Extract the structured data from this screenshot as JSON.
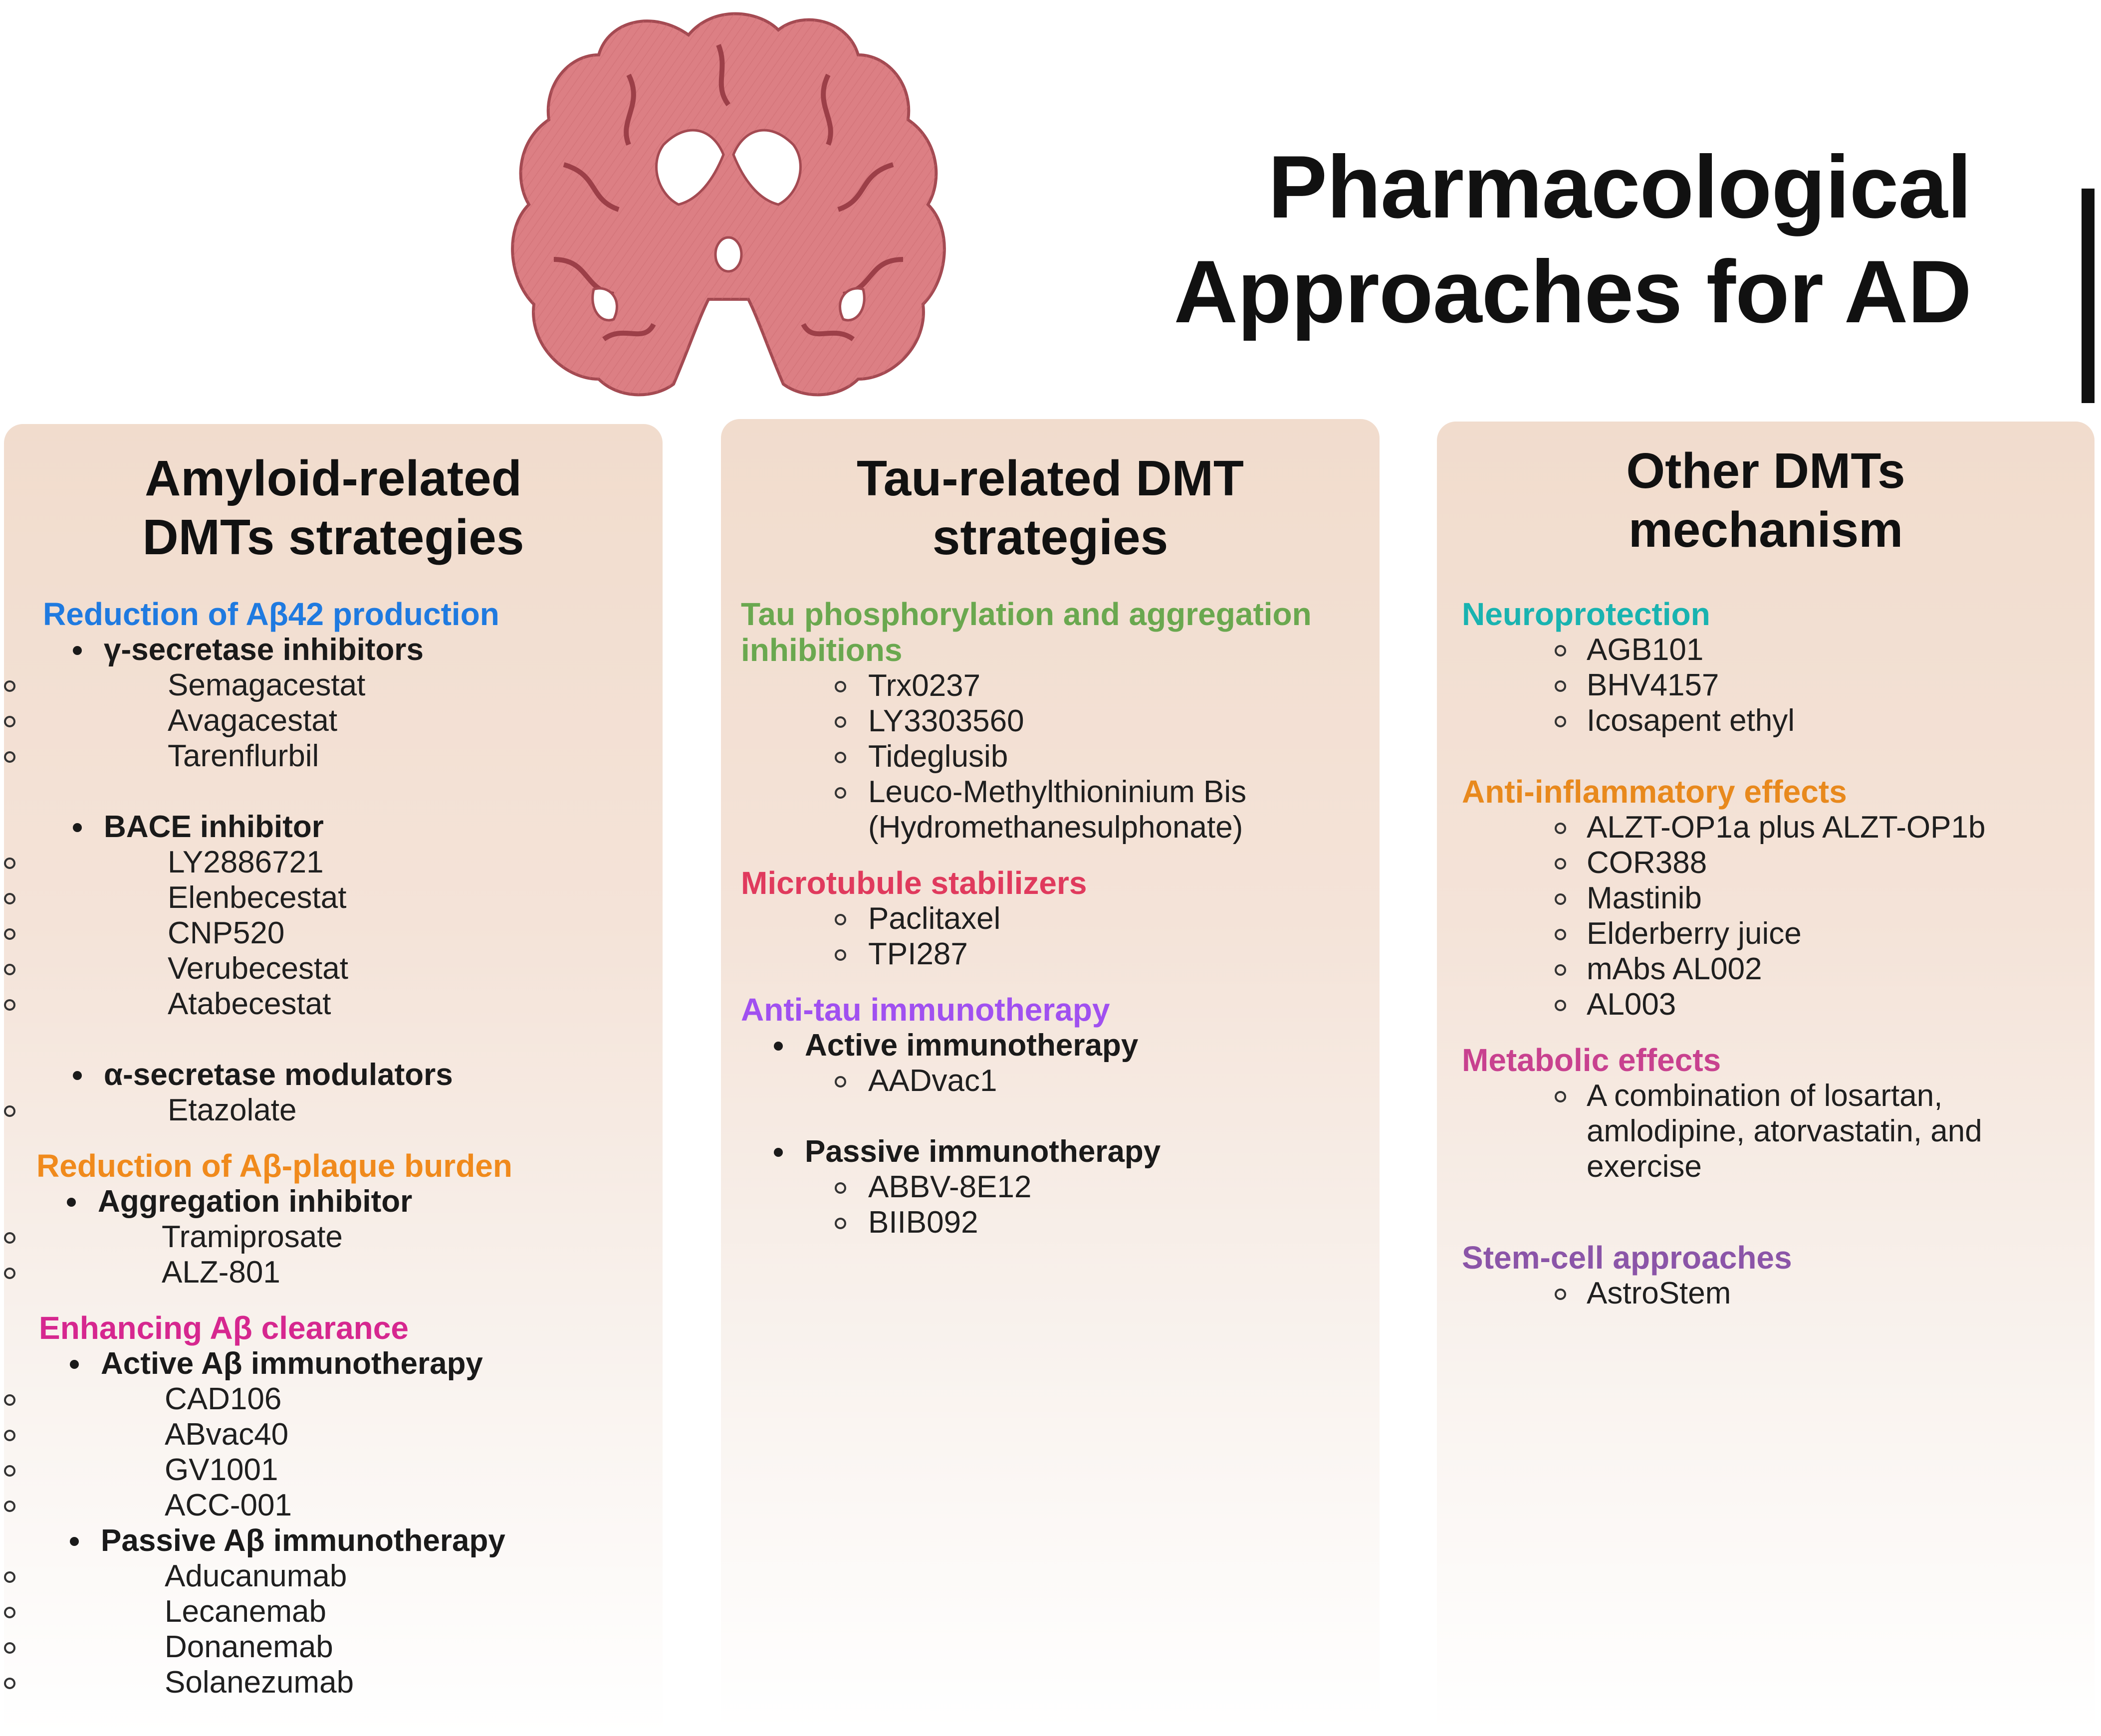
{
  "title": {
    "line1": "Pharmacological",
    "line2": "Approaches for AD"
  },
  "colors": {
    "blue": "#1f7ae0",
    "orange": "#f08a1c",
    "magenta": "#d6278f",
    "green": "#6aa84f",
    "red": "#e03a5d",
    "violet": "#a050f0",
    "teal": "#19b3b0",
    "amber": "#e8891d",
    "pink": "#c8418f",
    "purple": "#8b55a8",
    "panel_top": "#f1dccd",
    "brain": "#dc7f84"
  },
  "panels": {
    "amyloid": {
      "title": [
        "Amyloid-related",
        "DMTs strategies"
      ],
      "categories": [
        {
          "label": "Reduction of Aβ42 production",
          "groups": [
            {
              "label": "γ-secretase inhibitors",
              "items": [
                "Semagacestat",
                "Avagacestat",
                "Tarenflurbil"
              ]
            },
            {
              "label": "BACE inhibitor",
              "items": [
                "LY2886721",
                "Elenbecestat",
                "CNP520",
                "Verubecestat",
                "Atabecestat"
              ]
            },
            {
              "label": "α-secretase modulators",
              "items": [
                "Etazolate"
              ]
            }
          ]
        },
        {
          "label": "Reduction of Aβ-plaque burden",
          "groups": [
            {
              "label": "Aggregation inhibitor",
              "items": [
                "Tramiprosate",
                "ALZ-801"
              ]
            }
          ]
        },
        {
          "label": "Enhancing Aβ clearance",
          "groups": [
            {
              "label": "Active Aβ  immunotherapy",
              "items": [
                "CAD106",
                "ABvac40",
                "GV1001",
                "ACC-001"
              ]
            },
            {
              "label": "Passive Aβ immunotherapy",
              "items": [
                "Aducanumab",
                "Lecanemab",
                "Donanemab",
                "Solanezumab"
              ]
            }
          ]
        }
      ]
    },
    "tau": {
      "title": [
        "Tau-related DMT",
        "strategies"
      ],
      "categories": [
        {
          "label": [
            "Tau phosphorylation and aggregation",
            "inhibitions"
          ],
          "items": [
            "Trx0237",
            "LY3303560",
            "Tideglusib"
          ],
          "multi_item": [
            "Leuco-Methylthioninium Bis",
            "(Hydromethanesulphonate)"
          ]
        },
        {
          "label": "Microtubule stabilizers",
          "items": [
            "Paclitaxel",
            "TPI287"
          ]
        },
        {
          "label": "Anti-tau immunotherapy",
          "groups": [
            {
              "label": "Active immunotherapy",
              "items": [
                "AADvac1"
              ]
            },
            {
              "label": "Passive immunotherapy",
              "items": [
                "ABBV-8E12",
                "BIIB092"
              ]
            }
          ]
        }
      ]
    },
    "other": {
      "title": [
        "Other DMTs",
        "mechanism"
      ],
      "categories": [
        {
          "label": "Neuroprotection",
          "items": [
            "AGB101",
            "BHV4157",
            "Icosapent ethyl"
          ]
        },
        {
          "label": "Anti-inflammatory effects",
          "items": [
            "ALZT-OP1a plus ALZT-OP1b",
            "COR388",
            "Mastinib",
            "Elderberry juice",
            "mAbs AL002",
            "AL003"
          ]
        },
        {
          "label": "Metabolic effects",
          "multi_item": [
            "A combination of losartan,",
            "amlodipine, atorvastatin, and",
            "exercise"
          ]
        },
        {
          "label": "Stem-cell approaches",
          "items": [
            "AstroStem"
          ]
        }
      ]
    }
  }
}
